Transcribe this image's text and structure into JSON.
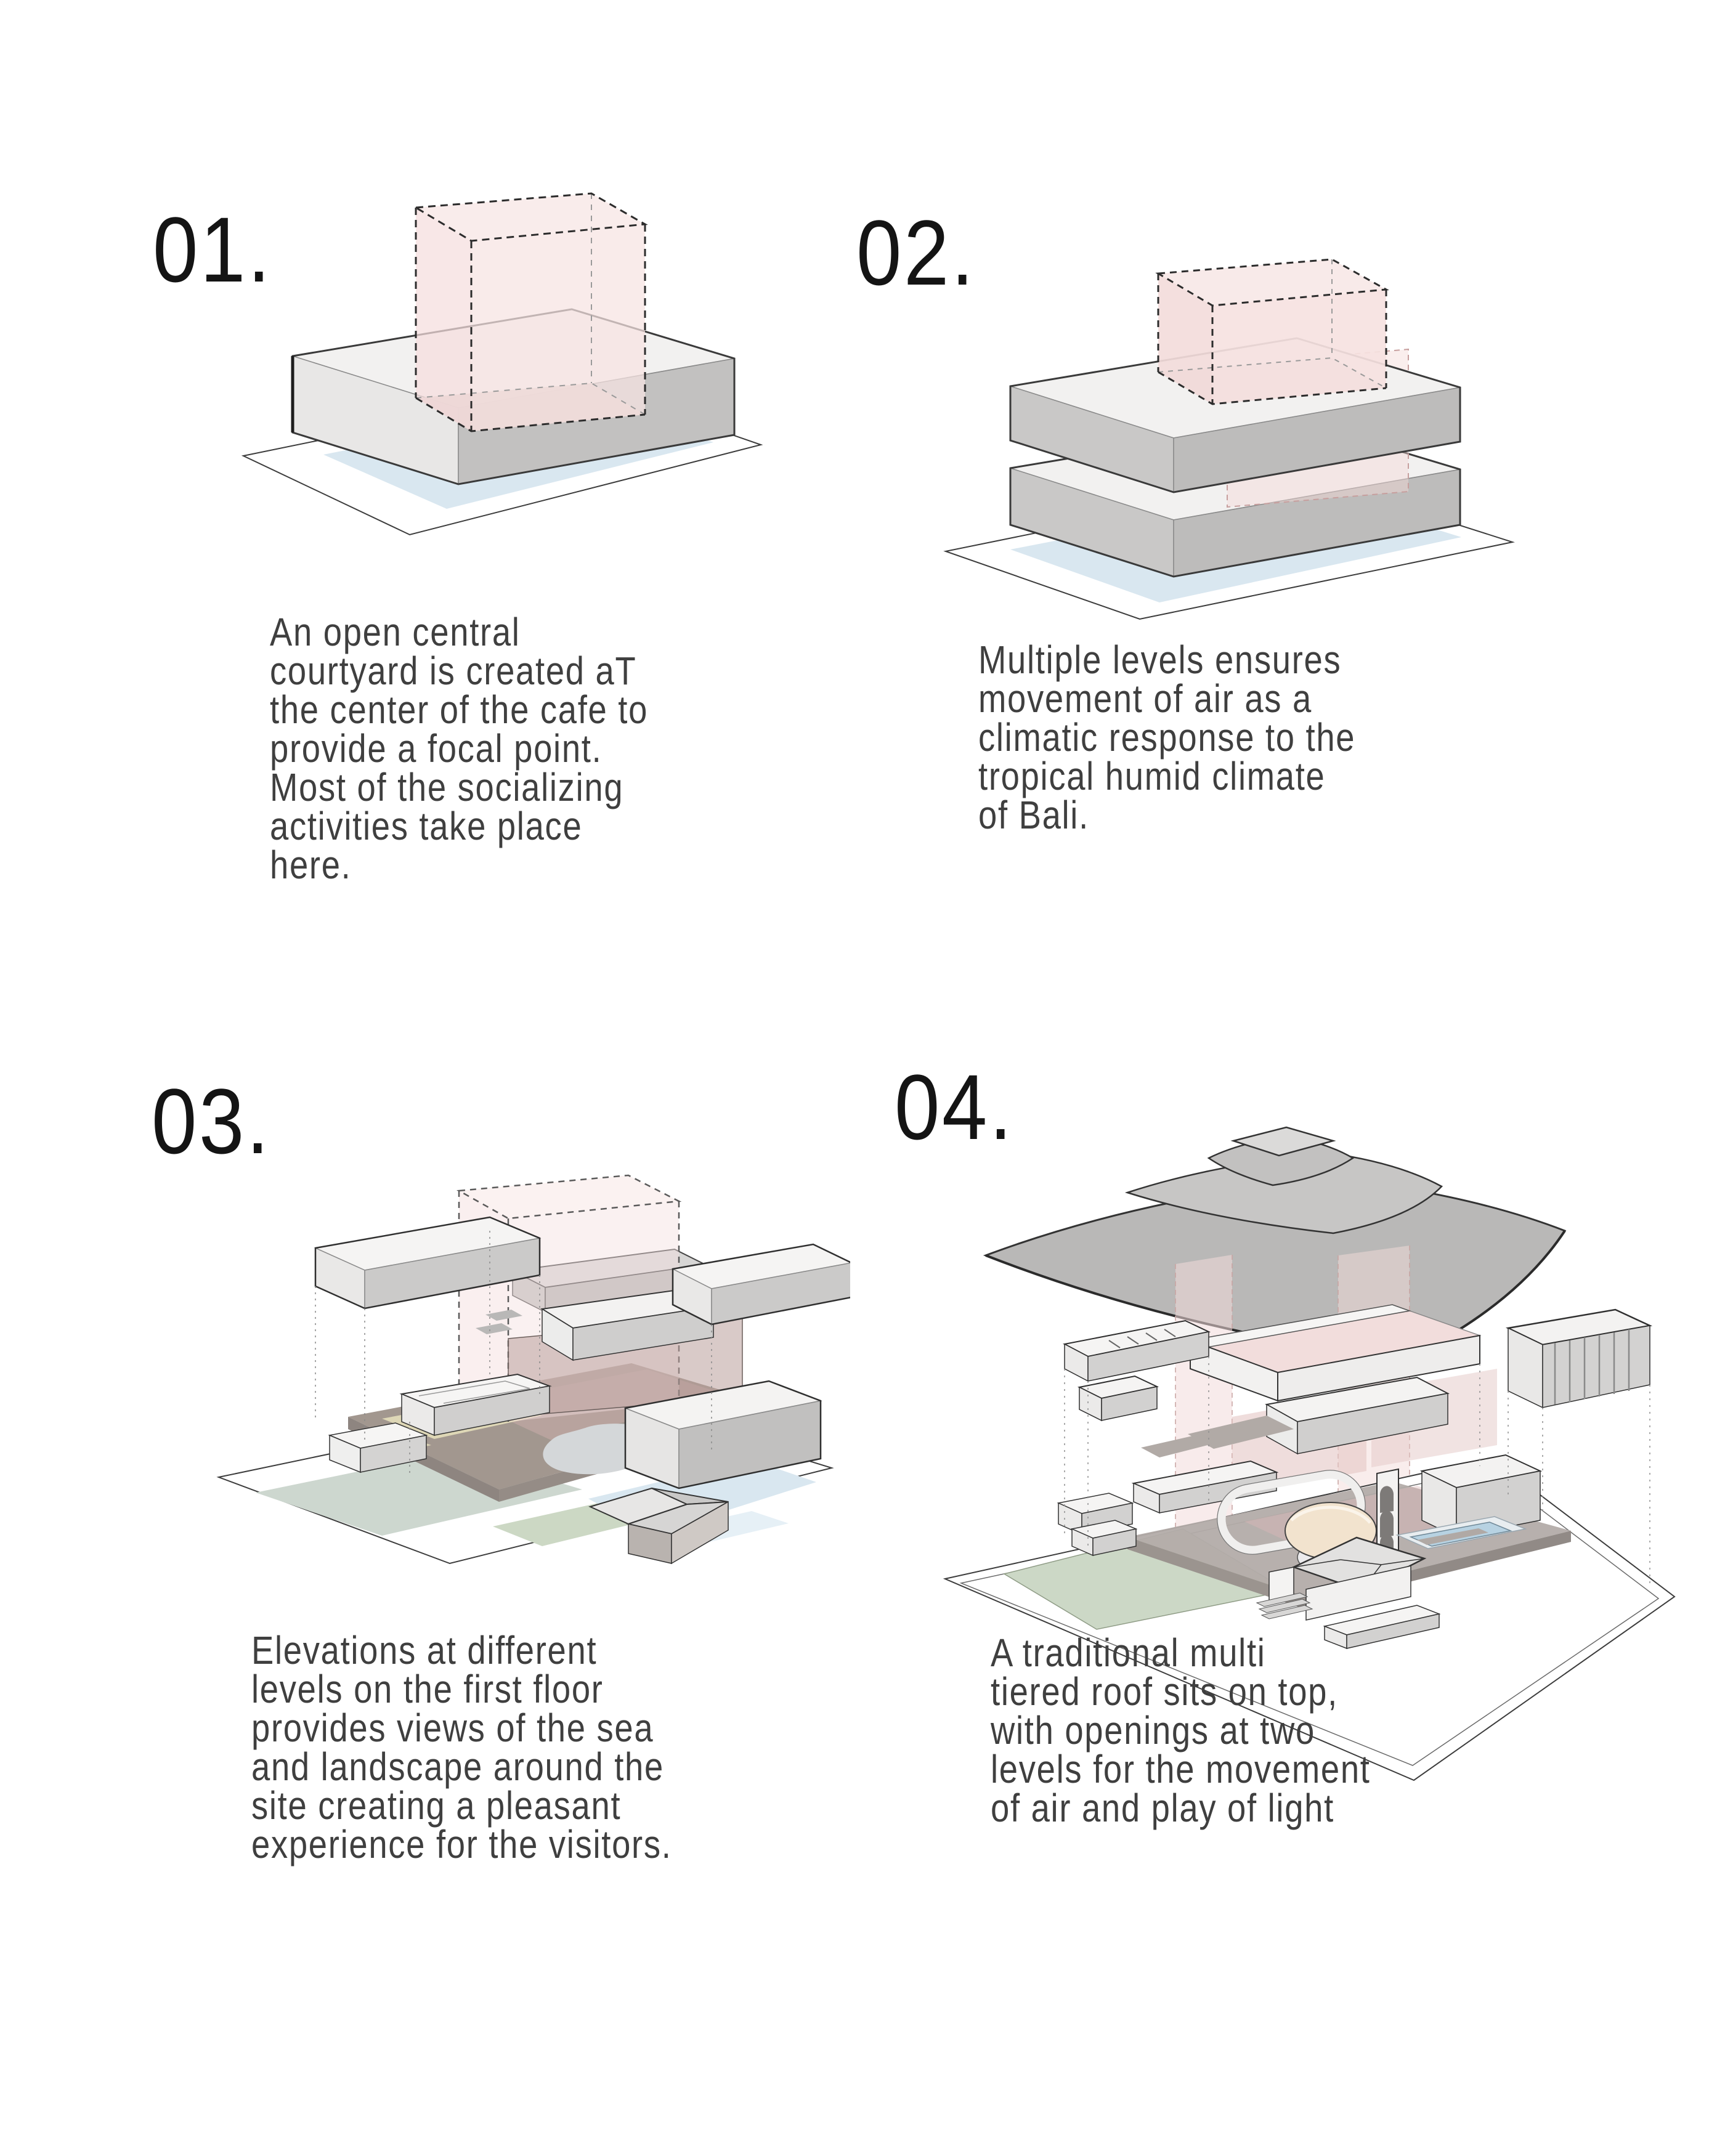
{
  "palette": {
    "background": "#ffffff",
    "ink": "#141414",
    "body_text": "#3f3f3f",
    "massing_top": "#f2f1f0",
    "massing_front": "#e8e7e6",
    "massing_side": "#c2c1c0",
    "courtyard_pink": "#f5e1e0",
    "courtyard_pink_deep": "#d9c4c3",
    "site_shadow_blue": "#d9e7f0",
    "lawn_green": "#ccd8c6",
    "sage_green": "#cdd7cf",
    "sand_cream": "#e9e2bd",
    "plate_taupe": "#a2978f",
    "roof_gray": "#b9b8b7"
  },
  "steps": [
    {
      "number": "01.",
      "diagram_name": "single-mass-with-central-courtyard-void",
      "description": "An open central\ncourtyard is created aT\nthe center of the cafe to\nprovide a focal point.\nMost of the socializing\nactivities take place\nhere."
    },
    {
      "number": "02.",
      "diagram_name": "stacked-levels-with-air-gap",
      "description": "Multiple levels ensures\nmovement of air as a\nclimatic response to the\ntropical humid climate\nof Bali."
    },
    {
      "number": "03.",
      "diagram_name": "exploded-first-floor-elevations",
      "description": "Elevations at different\nlevels on the first floor\nprovides views of the sea\nand landscape around the\nsite creating a pleasant\nexperience for the visitors."
    },
    {
      "number": "04.",
      "diagram_name": "traditional-multi-tiered-roof-exploded",
      "description": "A traditional multi\ntiered roof sits on top,\nwith openings at two\nlevels for the movement\nof air and play of light"
    }
  ]
}
